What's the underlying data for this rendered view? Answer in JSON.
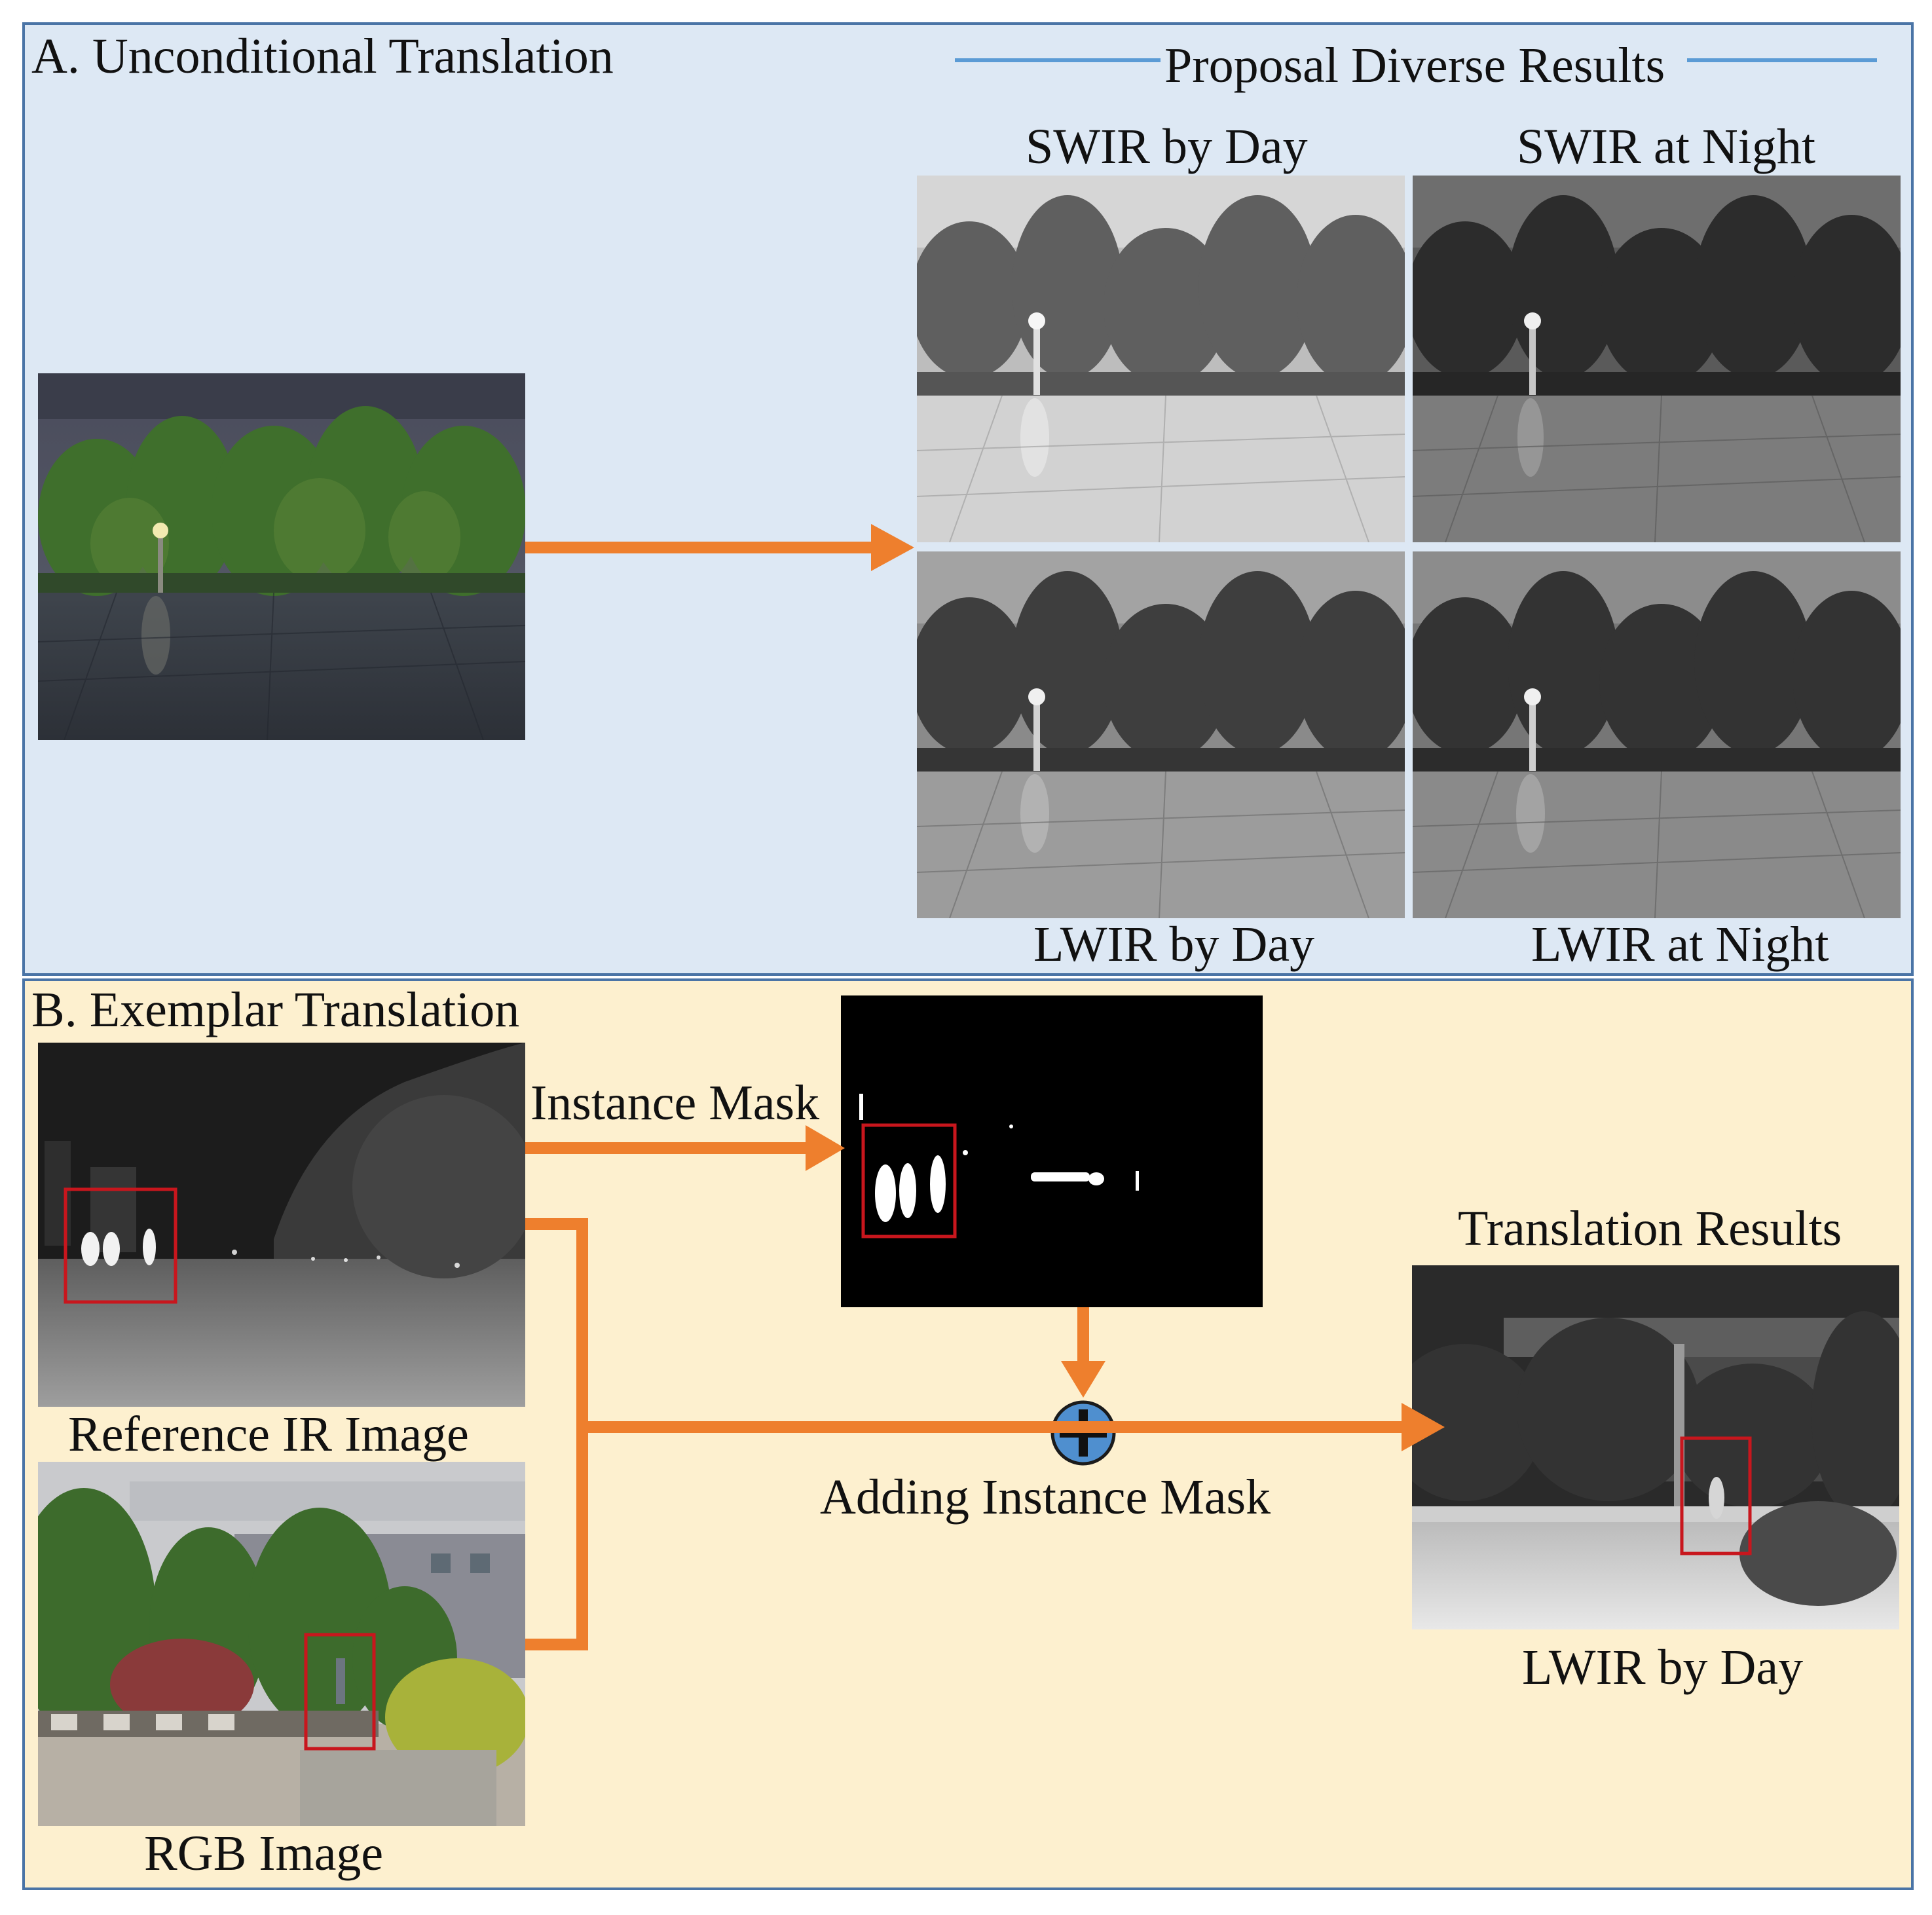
{
  "panel_a": {
    "title": "A. Unconditional Translation",
    "results_heading": "Proposal Diverse Results",
    "results": [
      {
        "label": "SWIR by Day"
      },
      {
        "label": "SWIR at Night"
      },
      {
        "label": "LWIR by Day"
      },
      {
        "label": "LWIR at Night"
      }
    ]
  },
  "panel_b": {
    "title": "B. Exemplar Translation",
    "instance_mask_label": "Instance Mask",
    "reference_caption": "Reference IR Image",
    "rgb_caption": "RGB Image",
    "adding_label": "Adding Instance Mask",
    "results_heading": "Translation Results",
    "output_caption": "LWIR by Day"
  },
  "colors": {
    "arrow": "#ee7f2d",
    "box": "#c8161d",
    "panel_a_bg": "#dde8f4",
    "panel_b_bg": "#fdf0cf",
    "border": "#4a74a6",
    "plus_fill": "#4f8fcf"
  }
}
